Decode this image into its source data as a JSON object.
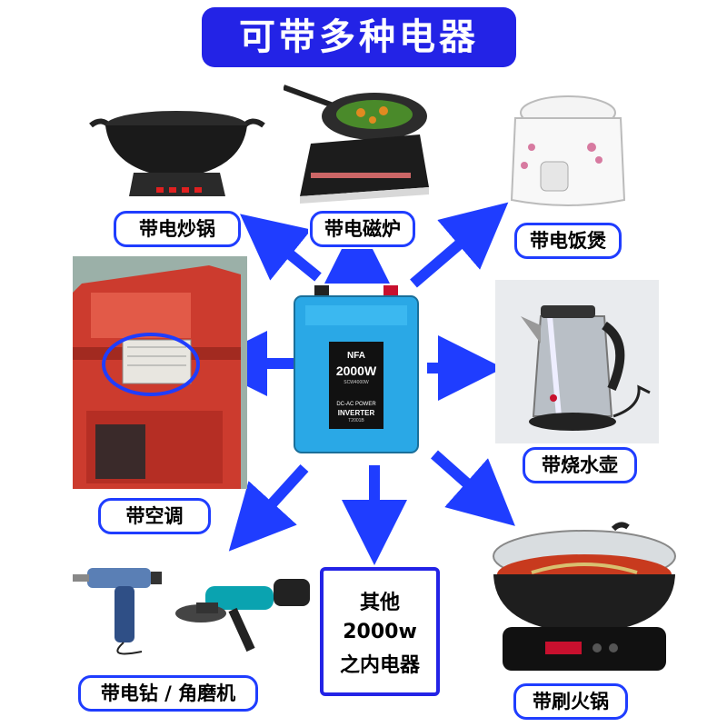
{
  "title": "可带多种电器",
  "center_device": {
    "brand": "NFA",
    "power": "2000W",
    "small_text": "SCW4000W",
    "line1": "DC-AC POWER",
    "line2": "INVERTER",
    "model": "T2001B"
  },
  "labels": {
    "wok": "带电炒锅",
    "induction": "带电磁炉",
    "rice_cooker": "带电饭煲",
    "kettle": "带烧水壶",
    "air_con": "带空调",
    "tools": "带电钻 / 角磨机",
    "hotpot": "带刷火锅"
  },
  "other": [
    "其他",
    "2000w",
    "之内电器"
  ],
  "colors": {
    "accent": "#2323e6",
    "arrow": "#1f3dff",
    "inverter": "#2aa8e6"
  }
}
